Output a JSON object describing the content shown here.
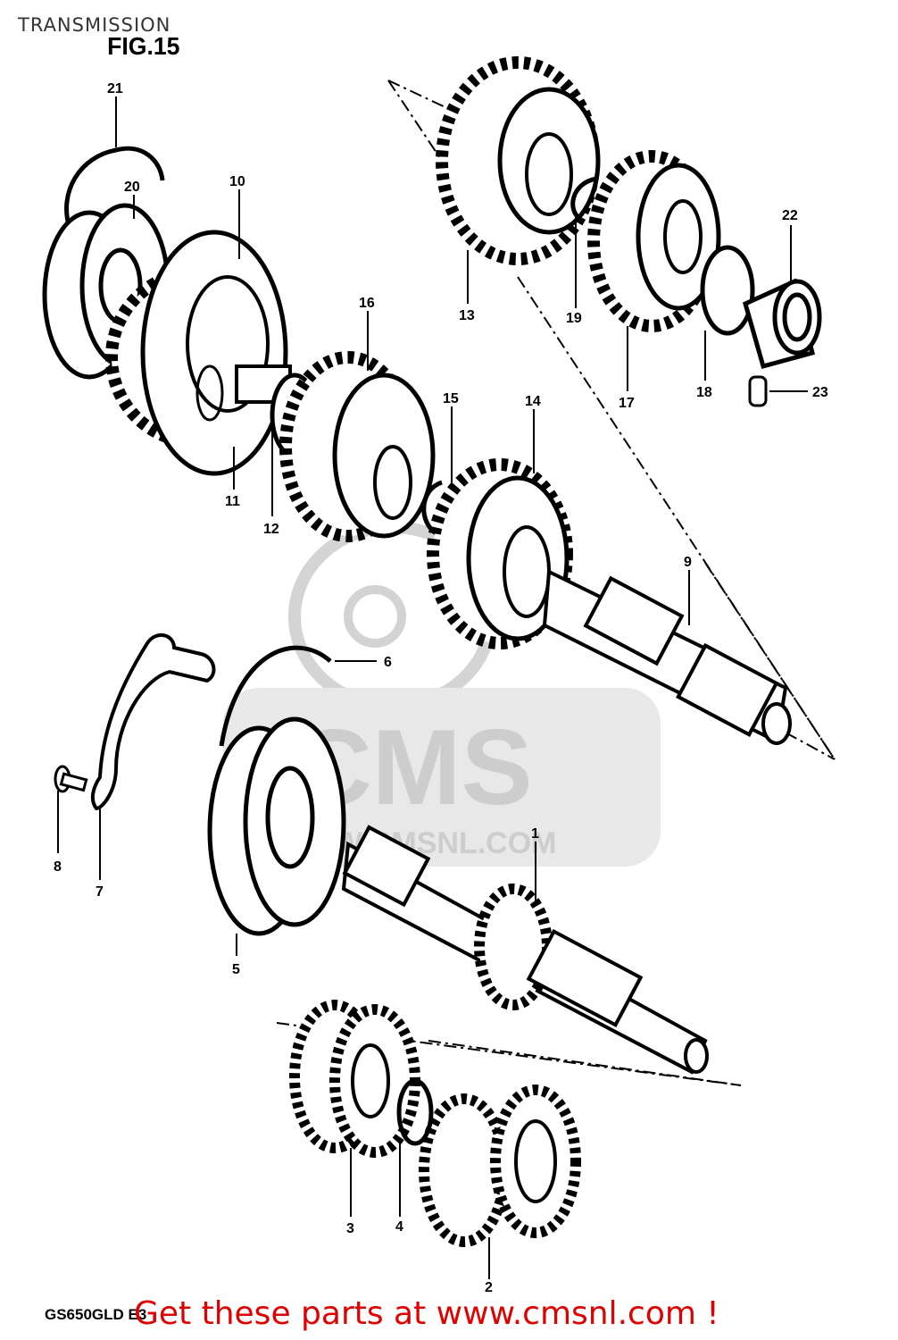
{
  "header": {
    "page_title": "TRANSMISSION",
    "figure_label": "FIG.15"
  },
  "footer": {
    "model_code": "GS650GLD E3",
    "cta": "Get these parts at www.cmsnl.com !"
  },
  "watermark": {
    "brand": "CMS",
    "url": "WWW.CMSNL.COM"
  },
  "callouts": [
    "21",
    "20",
    "10",
    "11",
    "12",
    "16",
    "15",
    "14",
    "9",
    "13",
    "19",
    "17",
    "18",
    "22",
    "23",
    "6",
    "8",
    "7",
    "5",
    "1",
    "3",
    "4",
    "2"
  ],
  "colors": {
    "ink": "#000000",
    "cta": "#e00000",
    "watermark": "#c8c8c8"
  }
}
